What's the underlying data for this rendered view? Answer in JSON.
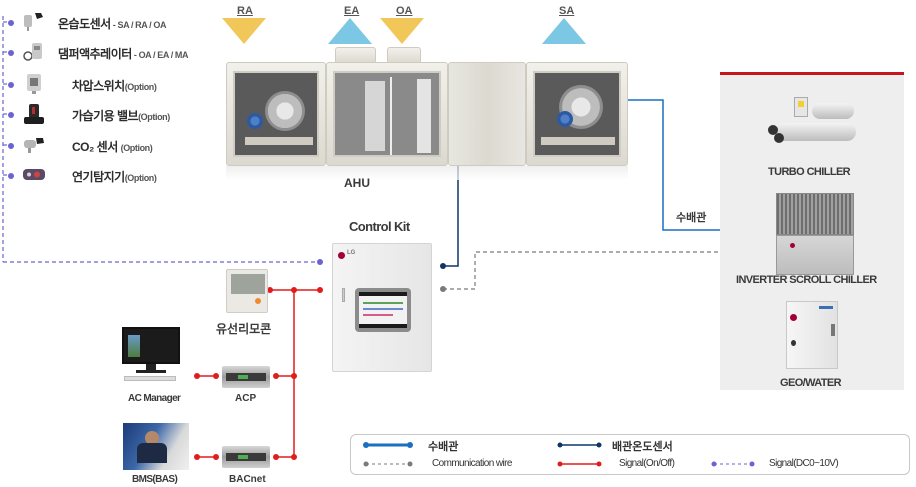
{
  "air_labels": {
    "ra": "RA",
    "ea": "EA",
    "oa": "OA",
    "sa": "SA"
  },
  "ahu": {
    "label": "AHU"
  },
  "sensors": [
    {
      "name": "온습도센서",
      "sub": " - SA / RA / OA",
      "icon": "temp-humidity-sensor-icon"
    },
    {
      "name": "댐퍼액추레이터",
      "sub": " - OA / EA / MA",
      "icon": "damper-actuator-icon"
    },
    {
      "name": "차압스위치",
      "sub": "(Option)",
      "icon": "differential-pressure-switch-icon"
    },
    {
      "name": "가습기용 밸브",
      "sub": "(Option)",
      "icon": "humidifier-valve-icon"
    },
    {
      "name": "CO₂ 센서 ",
      "sub": "(Option)",
      "icon": "co2-sensor-icon"
    },
    {
      "name": "연기탐지기",
      "sub": "(Option)",
      "icon": "smoke-detector-icon"
    }
  ],
  "control_kit": {
    "label": "Control Kit",
    "brand": "LG"
  },
  "remote": {
    "label": "유선리모콘"
  },
  "ac_manager": {
    "label": "AC Manager"
  },
  "acp": {
    "label": "ACP"
  },
  "bms": {
    "label": "BMS(BAS)"
  },
  "bacnet": {
    "label": "BACnet"
  },
  "pipe_label": "수배관",
  "chillers": [
    {
      "label": "TURBO CHILLER"
    },
    {
      "label": "INVERTER SCROLL CHILLER"
    },
    {
      "label": "GEO/WATER"
    }
  ],
  "legend": {
    "water_pipe": "수배관",
    "pipe_temp_sensor": "배관온도센서",
    "comm_wire": "Communication wire",
    "signal_onoff": "Signal(On/Off)",
    "signal_dc": "Signal(DC0~10V)"
  },
  "colors": {
    "water_pipe": "#1a6fc0",
    "pipe_temp_sensor": "#0f3566",
    "comm_wire": "#7a7a7a",
    "signal_onoff": "#e21b1b",
    "signal_dc": "#6a63d4",
    "accent_red": "#c4161c"
  }
}
